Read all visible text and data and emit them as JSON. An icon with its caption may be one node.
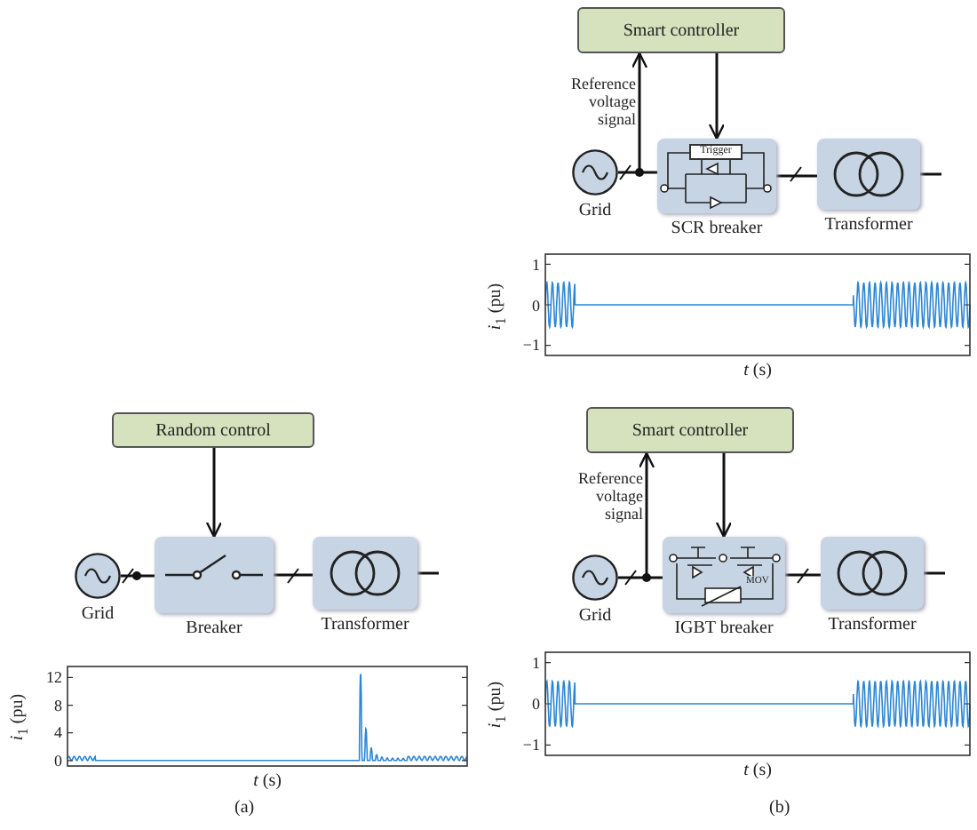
{
  "diagram": {
    "nodes": [
      {
        "text": [
          "Random control"
        ]
      },
      {
        "text": [
          "Grid"
        ]
      },
      {
        "text": [
          "Breaker"
        ]
      },
      {
        "text": [
          "Transformer"
        ]
      },
      {
        "text": [
          "Smart controller"
        ]
      },
      {
        "text": [
          "Grid"
        ]
      },
      {
        "text": [
          "SCR breaker"
        ]
      },
      {
        "text": [
          "Trigger"
        ],
        "in": 6
      },
      {
        "text": [
          "Transformer"
        ]
      },
      {
        "text": [
          "Smart controller"
        ]
      },
      {
        "text": [
          "Grid"
        ]
      },
      {
        "text": [
          "IGBT breaker"
        ]
      },
      {
        "text": [
          "Transformer"
        ]
      }
    ],
    "edges": [
      {
        "from": 0,
        "to": 2,
        "arrow": "to"
      },
      {
        "from": 1,
        "to": 2,
        "arrow": "none"
      },
      {
        "from": 2,
        "to": 3,
        "arrow": "none"
      },
      {
        "from": 3,
        "to": null,
        "arrow": "none"
      },
      {
        "from": 6,
        "to": 4,
        "arrow": "to",
        "label": "Reference voltage signal"
      },
      {
        "from": 4,
        "to": 6,
        "arrow": "to"
      },
      {
        "from": 5,
        "to": 6,
        "arrow": "none"
      },
      {
        "from": 6,
        "to": 8,
        "arrow": "none"
      },
      {
        "from": 8,
        "to": null,
        "arrow": "none"
      },
      {
        "from": 11,
        "to": 9,
        "arrow": "to",
        "label": "Reference voltage signal"
      },
      {
        "from": 9,
        "to": 11,
        "arrow": "to"
      },
      {
        "from": 10,
        "to": 11,
        "arrow": "none"
      },
      {
        "from": 11,
        "to": 12,
        "arrow": "none"
      },
      {
        "from": 12,
        "to": null,
        "arrow": "none"
      }
    ],
    "labels": [
      "1",
      "0",
      "−1",
      "*i*$_{1}$ (pu)",
      "*t* (s)",
      "12",
      "8",
      "4",
      "0",
      "*i*$_{1}$ (pu)",
      "*t* (s)",
      "MOV",
      "1",
      "0",
      "−1",
      "*i*$_{1}$ (pu)",
      "*t* (s)",
      "(a)",
      "(b)"
    ]
  }
}
